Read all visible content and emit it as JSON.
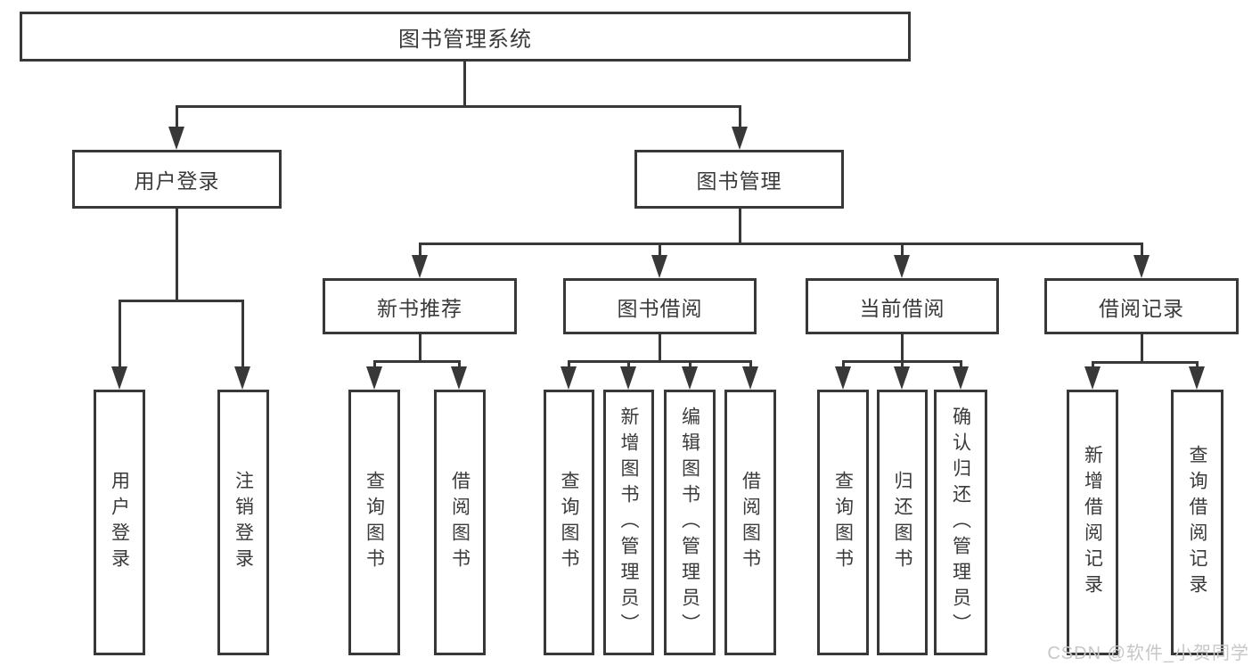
{
  "diagram": {
    "root": {
      "label": "图书管理系统"
    },
    "nodes": [
      {
        "label": "用户登录",
        "children": [
          {
            "label": "用户登录"
          },
          {
            "label": "注销登录"
          }
        ]
      },
      {
        "label": "图书管理",
        "children": [
          {
            "label": "新书推荐",
            "children": [
              {
                "label": "查询图书"
              },
              {
                "label": "借阅图书"
              }
            ]
          },
          {
            "label": "图书借阅",
            "children": [
              {
                "label": "查询图书"
              },
              {
                "label": "新增图书（管理员）"
              },
              {
                "label": "编辑图书（管理员）"
              },
              {
                "label": "借阅图书"
              }
            ]
          },
          {
            "label": "当前借阅",
            "children": [
              {
                "label": "查询图书"
              },
              {
                "label": "归还图书"
              },
              {
                "label": "确认归还（管理员）"
              }
            ]
          },
          {
            "label": "借阅记录",
            "children": [
              {
                "label": "新增借阅记录"
              },
              {
                "label": "查询借阅记录"
              }
            ]
          }
        ]
      }
    ]
  },
  "watermark": {
    "text": "CSDN @软件_小贺同学"
  },
  "colors": {
    "line": "#383838",
    "text": "#3a3a3a",
    "watermark": "#c7c7c7",
    "background": "#ffffff"
  }
}
